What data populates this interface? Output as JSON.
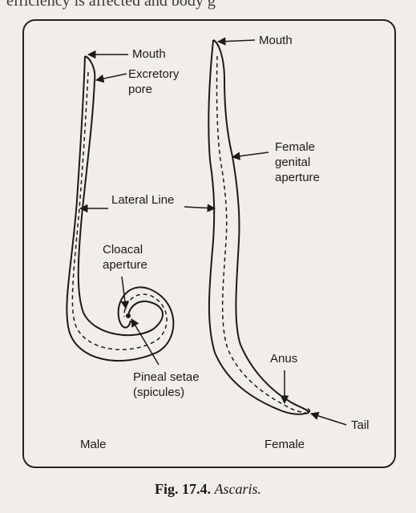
{
  "page": {
    "top_text": "efficiency is affected and body g",
    "caption": {
      "fig": "Fig. 17.4.",
      "title": "Ascaris."
    }
  },
  "diagram": {
    "male": {
      "labels": {
        "mouth": "Mouth",
        "excretory_pore": "Excretory\npore",
        "lateral_line": "Lateral Line",
        "cloacal_aperture": "Cloacal\naperture",
        "pineal_setae": "Pineal setae\n(spicules)",
        "name": "Male"
      }
    },
    "female": {
      "labels": {
        "mouth": "Mouth",
        "female_genital_aperture": "Female\ngenital\naperture",
        "anus": "Anus",
        "tail": "Tail",
        "name": "Female"
      }
    }
  },
  "colors": {
    "ink": "#1a1a1a",
    "paper": "#f1eeea"
  }
}
